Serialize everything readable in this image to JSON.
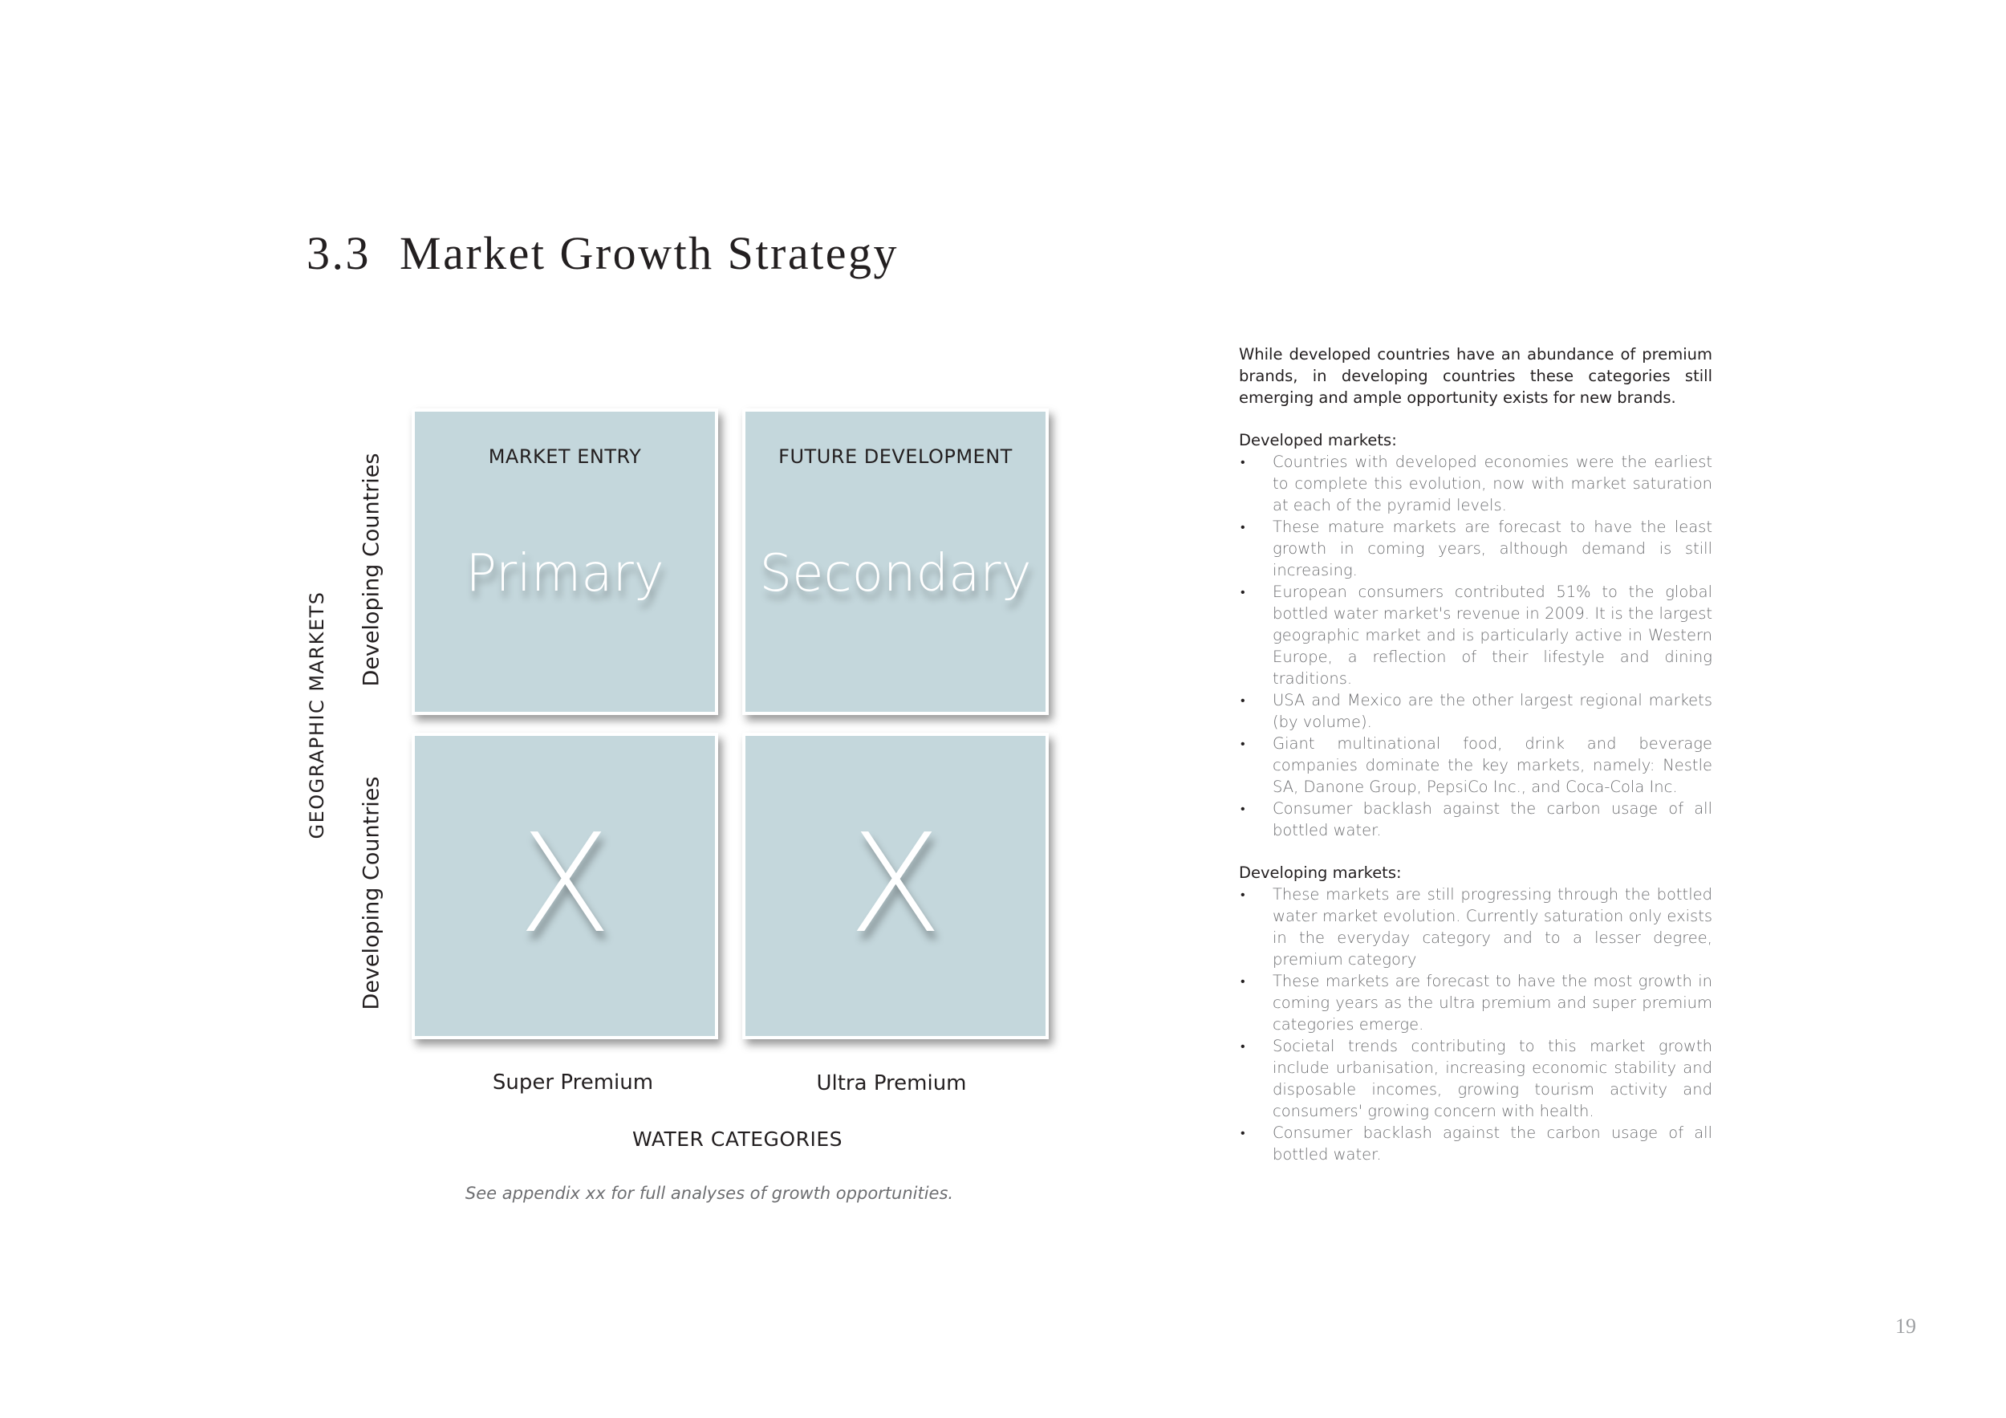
{
  "heading": {
    "number": "3.3",
    "title": "Market Growth Strategy"
  },
  "matrix": {
    "cells": [
      {
        "header": "MARKET ENTRY",
        "label": "Primary"
      },
      {
        "header": "FUTURE DEVELOPMENT",
        "label": "Secondary"
      },
      {
        "header": "",
        "label": "X"
      },
      {
        "header": "",
        "label": "X"
      }
    ],
    "y_axis": {
      "title": "GEOGRAPHIC MARKETS",
      "rows": [
        "Developing Countries",
        "Developing Countries"
      ]
    },
    "x_axis": {
      "title": "WATER CATEGORIES",
      "columns": [
        "Super Premium",
        "Ultra Premium"
      ]
    },
    "caption": "See appendix xx for full analyses of growth opportunities."
  },
  "body": {
    "intro": "While developed countries have an abundance of premium brands, in developing countries these categories still emerging and ample opportunity exists for new brands.",
    "sections": [
      {
        "heading": "Developed markets:",
        "bullets": [
          "Countries with developed economies were the earliest to complete this evolution, now with market saturation at each of the pyramid levels.",
          "These mature markets are forecast to have the least growth in coming years, although demand is still increasing.",
          "European consumers contributed 51% to the global bottled water market's revenue in 2009. It is the largest geographic market and is particularly active in Western Europe, a reflection of their lifestyle and dining traditions.",
          "USA and Mexico are the other largest regional markets (by volume).",
          "Giant multinational food, drink and beverage companies dominate the key markets, namely: Nestle SA, Danone Group, PepsiCo Inc., and Coca-Cola Inc.",
          "Consumer backlash against the carbon usage of all bottled water."
        ]
      },
      {
        "heading": "Developing markets:",
        "bullets": [
          "These markets are still progressing through the bottled water market evolution. Currently saturation only exists in the everyday category and to a lesser degree, premium category",
          "These markets are forecast to have the most growth in coming years as the ultra premium and super premium categories emerge.",
          "Societal trends contributing to this market growth include urbanisation, increasing economic stability and disposable incomes, growing tourism activity and consumers' growing concern with health.",
          "Consumer backlash against the carbon usage of all bottled water."
        ]
      }
    ]
  },
  "page_number": "19"
}
